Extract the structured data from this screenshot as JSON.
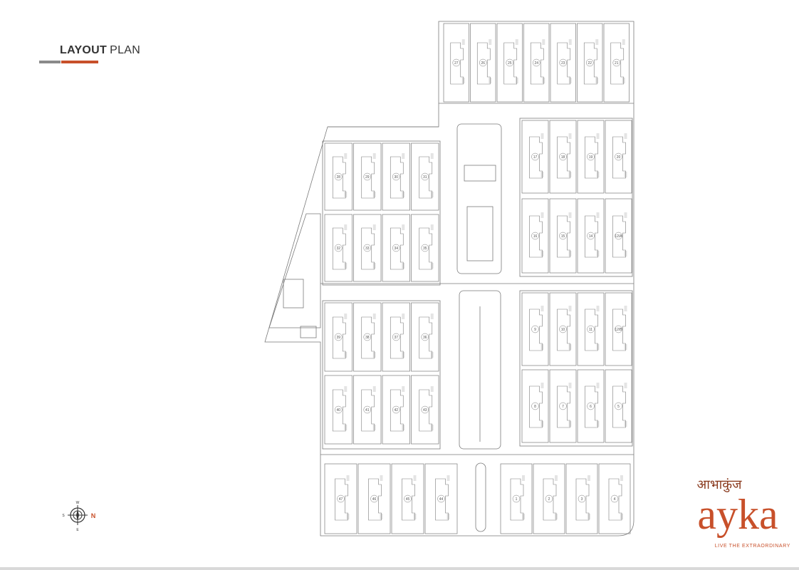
{
  "header": {
    "title_bold": "LAYOUT",
    "title_light": "PLAN"
  },
  "colors": {
    "accent": "#c8502a",
    "line": "#7a7a7a",
    "grey_bar": "#8a8a8a"
  },
  "compass": {
    "north_label": "N",
    "top_letter": "W",
    "bottom_letter": "E",
    "left_letter": "S"
  },
  "brand": {
    "script_text": "आभाकुंज",
    "name": "ayka",
    "tagline": "LIVE THE EXTRAORDINARY"
  },
  "plots": {
    "top_row": [
      "27",
      "26",
      "25",
      "24",
      "23",
      "22",
      "21"
    ],
    "block_a_row1": [
      "28",
      "29",
      "30",
      "31"
    ],
    "block_a_row2": [
      "32",
      "33",
      "34",
      "35"
    ],
    "block_b_row1": [
      "39",
      "38",
      "37",
      "36"
    ],
    "block_b_row2": [
      "40",
      "41",
      "42",
      "43"
    ],
    "block_c_row1": [
      "17",
      "18",
      "19",
      "20"
    ],
    "block_c_row2": [
      "16",
      "15",
      "14",
      "12/A"
    ],
    "block_d_row1": [
      "9",
      "10",
      "11",
      "12/B"
    ],
    "block_d_row2": [
      "8",
      "7",
      "6",
      "5"
    ],
    "bottom_left": [
      "47",
      "46",
      "45",
      "44"
    ],
    "bottom_right": [
      "1",
      "2",
      "3",
      "4"
    ]
  }
}
